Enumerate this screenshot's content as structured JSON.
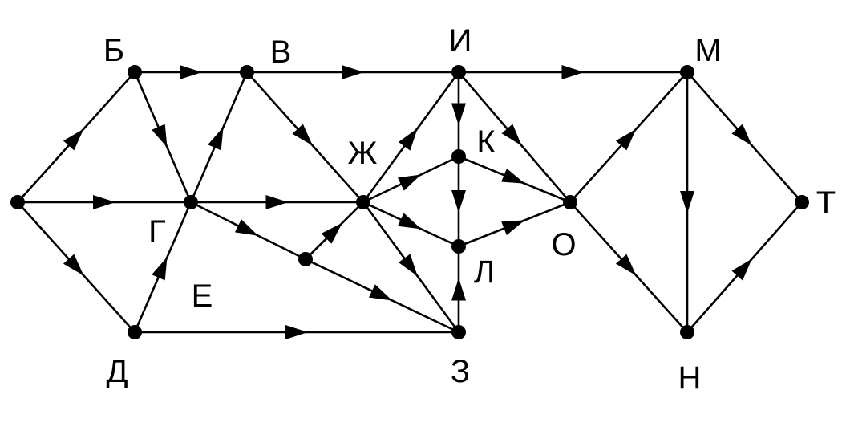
{
  "graph": {
    "colors": {
      "stroke": "#000000",
      "background": "#ffffff"
    },
    "nodes": [
      {
        "id": "А",
        "label": ""
      },
      {
        "id": "Б",
        "label": "Б"
      },
      {
        "id": "В",
        "label": "В"
      },
      {
        "id": "Г",
        "label": "Г"
      },
      {
        "id": "Д",
        "label": "Д"
      },
      {
        "id": "Е",
        "label": "Е"
      },
      {
        "id": "Ж",
        "label": "Ж"
      },
      {
        "id": "И",
        "label": "И"
      },
      {
        "id": "К",
        "label": "К"
      },
      {
        "id": "Л",
        "label": "Л"
      },
      {
        "id": "З",
        "label": "З"
      },
      {
        "id": "О",
        "label": "О"
      },
      {
        "id": "М",
        "label": "М"
      },
      {
        "id": "Н",
        "label": "Н"
      },
      {
        "id": "Т",
        "label": "Т"
      }
    ],
    "edges": [
      {
        "from": "А",
        "to": "Б"
      },
      {
        "from": "А",
        "to": "Г"
      },
      {
        "from": "А",
        "to": "Д"
      },
      {
        "from": "Б",
        "to": "В"
      },
      {
        "from": "Б",
        "to": "Г"
      },
      {
        "from": "Д",
        "to": "Г"
      },
      {
        "from": "Д",
        "to": "З"
      },
      {
        "from": "Г",
        "to": "В"
      },
      {
        "from": "Г",
        "to": "Ж"
      },
      {
        "from": "Г",
        "to": "Е"
      },
      {
        "from": "В",
        "to": "И"
      },
      {
        "from": "В",
        "to": "Ж"
      },
      {
        "from": "Е",
        "to": "Ж"
      },
      {
        "from": "Е",
        "to": "З"
      },
      {
        "from": "Ж",
        "to": "И"
      },
      {
        "from": "Ж",
        "to": "К"
      },
      {
        "from": "Ж",
        "to": "Л"
      },
      {
        "from": "Ж",
        "to": "З"
      },
      {
        "from": "И",
        "to": "К"
      },
      {
        "from": "И",
        "to": "О"
      },
      {
        "from": "И",
        "to": "М"
      },
      {
        "from": "К",
        "to": "Л"
      },
      {
        "from": "К",
        "to": "О"
      },
      {
        "from": "З",
        "to": "Л"
      },
      {
        "from": "Л",
        "to": "О"
      },
      {
        "from": "О",
        "to": "М"
      },
      {
        "from": "О",
        "to": "Н"
      },
      {
        "from": "М",
        "to": "Н"
      },
      {
        "from": "М",
        "to": "Т"
      },
      {
        "from": "Н",
        "to": "Т"
      }
    ]
  }
}
